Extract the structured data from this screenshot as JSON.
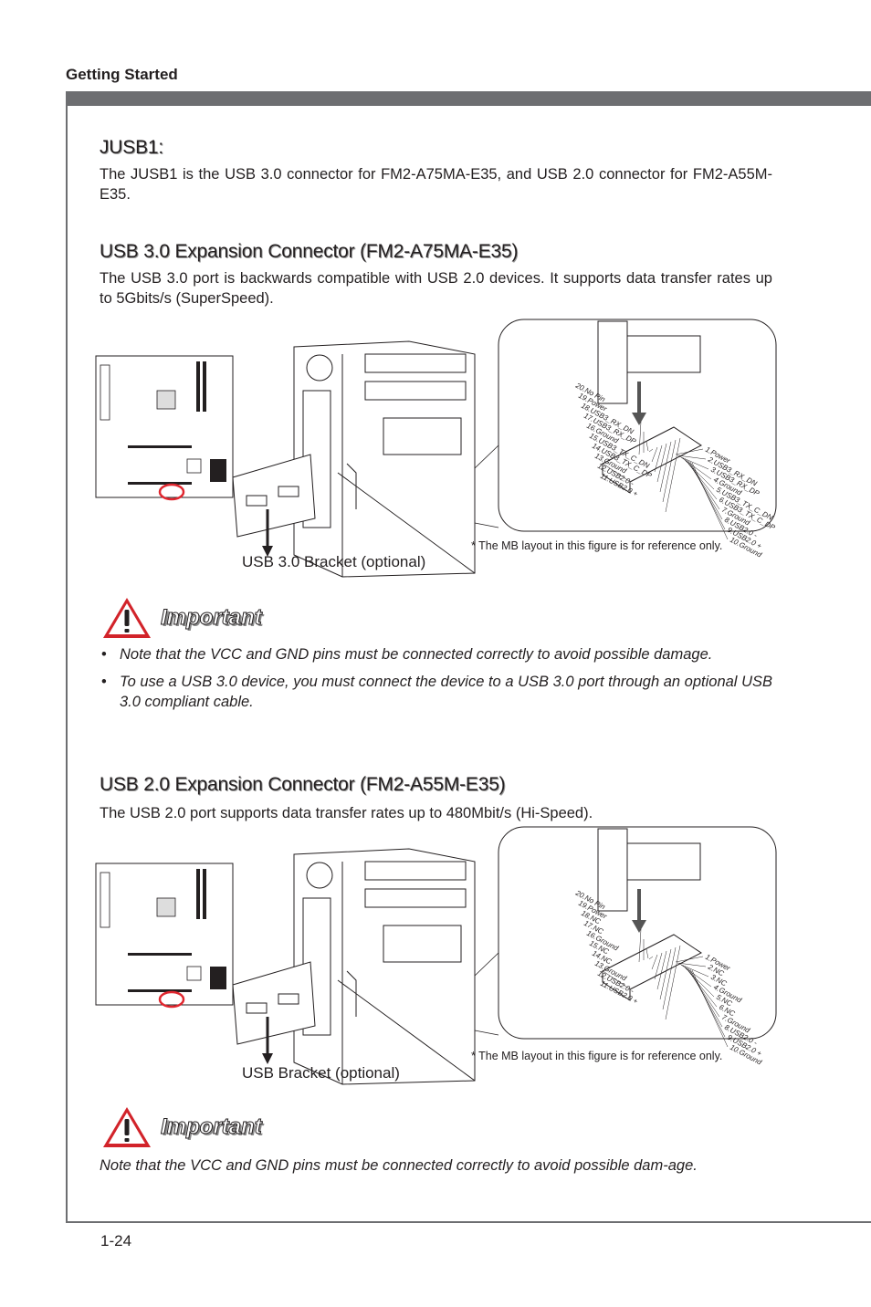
{
  "header": {
    "section": "Getting Started"
  },
  "jusb1": {
    "title": "JUSB1:",
    "text": "The JUSB1 is the USB 3.0 connector for FM2-A75MA-E35, and USB 2.0 connector for FM2-A55M-E35."
  },
  "usb3": {
    "title": "USB 3.0 Expansion Connector (FM2-A75MA-E35)",
    "text": "The USB 3.0 port is backwards compatible with USB 2.0 devices. It supports data transfer rates up to 5Gbits/s (SuperSpeed).",
    "bracket_caption": "USB 3.0 Bracket (optional)",
    "note": "* The MB layout in this figure is for reference only.",
    "pins_left": [
      "20.No Pin",
      "19.Power",
      "18.USB3_RX_DN",
      "17.USB3_RX_DP",
      "16.Ground",
      "15.USB3_TX_C_DN",
      "14.USB3_TX_C_DP",
      "13.Ground",
      "12.USB2.0 -",
      "11.USB2.0 +"
    ],
    "pins_right": [
      "1.Power",
      "2.USB3_RX_DN",
      "3.USB3_RX_DP",
      "4.Ground",
      "5.USB3_TX_C_DN",
      "6.USB3_TX_C_DP",
      "7.Ground",
      "8.USB2.0 -",
      "9.USB2.0 +",
      "10.Ground"
    ]
  },
  "important1": {
    "label": "Important",
    "bullets": [
      "Note that the VCC and GND pins must be connected correctly to avoid possible damage.",
      "To use a USB 3.0 device, you must connect the device to a USB 3.0 port through an optional USB 3.0 compliant cable."
    ]
  },
  "usb2": {
    "title": "USB 2.0 Expansion Connector (FM2-A55M-E35)",
    "text": "The USB 2.0 port supports data transfer rates up to  480Mbit/s (Hi-Speed).",
    "bracket_caption": "USB Bracket (optional)",
    "note": "* The MB layout in this figure is for reference only.",
    "pins_left": [
      "20.No Pin",
      "19.Power",
      "18.NC",
      "17.NC",
      "16.Ground",
      "15.NC",
      "14.NC",
      "13.Ground",
      "12.USB2.0 -",
      "11.USB2.0 +"
    ],
    "pins_right": [
      "1.Power",
      "2.NC",
      "3.NC",
      "4.Ground",
      "5.NC",
      "6.NC",
      "7.Ground",
      "8.USB2.0 -",
      "9.USB2.0 +",
      "10.Ground"
    ]
  },
  "important2": {
    "label": "Important",
    "text": "Note that the VCC and GND pins must be connected correctly to avoid possible dam-age."
  },
  "footer": {
    "page": "1-24"
  },
  "colors": {
    "rule": "#6d6e71",
    "highlight": "#e0272f",
    "warning": "#d2232a"
  }
}
